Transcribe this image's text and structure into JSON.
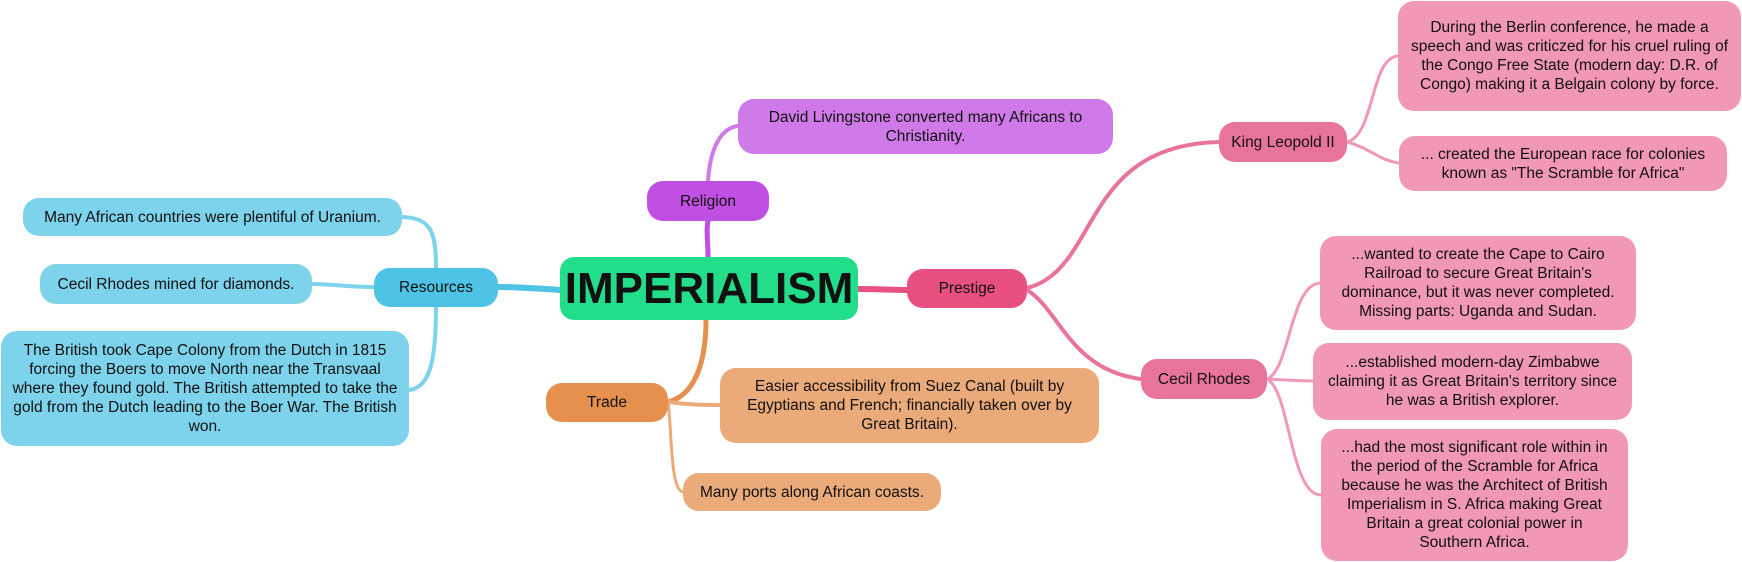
{
  "root": {
    "label": "IMPERIALISM"
  },
  "branches": {
    "religion": {
      "label": "Religion",
      "items": [
        "David Livingstone converted many Africans to Christianity."
      ]
    },
    "resources": {
      "label": "Resources",
      "items": [
        "Many African countries were plentiful of Uranium.",
        "Cecil Rhodes mined for diamonds.",
        "The British took Cape Colony from the Dutch in 1815 forcing the Boers to move North near the Transvaal where they found gold. The British attempted to take the gold from the Dutch leading to the Boer War. The British won."
      ]
    },
    "trade": {
      "label": "Trade",
      "items": [
        "Easier accessibility from Suez Canal (built by Egyptians and French; financially taken over by Great Britain).",
        "Many ports along African coasts."
      ]
    },
    "prestige": {
      "label": "Prestige",
      "king_leopold": {
        "label": "King Leopold II",
        "items": [
          "During the Berlin conference, he made a speech and was criticzed for his cruel ruling of the Congo Free State (modern day: D.R. of Congo) making it a Belgain colony by force.",
          "... created the European race for colonies known as \"The Scramble for Africa\""
        ]
      },
      "cecil_rhodes": {
        "label": "Cecil Rhodes",
        "items": [
          "...wanted to create the Cape to Cairo Railroad to secure Great Britain's dominance, but it was never completed. Missing parts: Uganda and Sudan.",
          "...established modern-day Zimbabwe claiming it as Great Britain's territory since he was a British explorer.",
          "...had the most significant role within in the period of the Scramble for Africa because he was the Architect of British Imperialism in S. Africa making Great Britain a great colonial power in Southern Africa."
        ]
      }
    }
  },
  "colors": {
    "root": "#22dd8a",
    "religion": "#c050e3",
    "resources": "#4fc3e6",
    "trade": "#e5914d",
    "prestige": "#e8507f"
  }
}
